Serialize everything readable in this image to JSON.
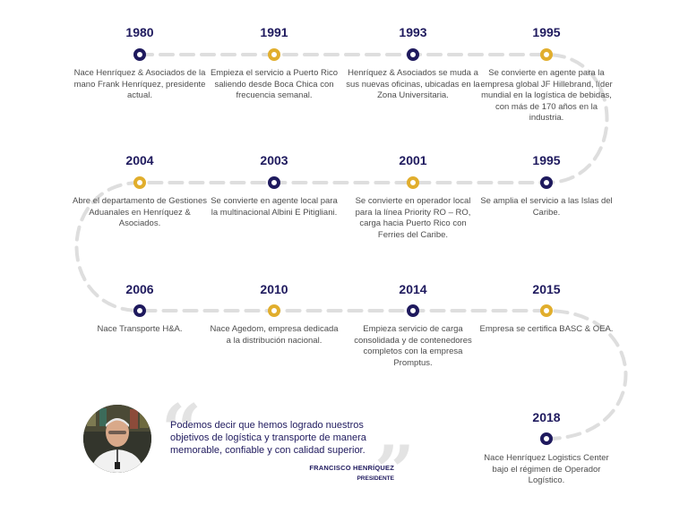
{
  "colors": {
    "navy": "#1f1a5e",
    "gold": "#e1ae2d",
    "path": "#dedede",
    "text": "#4d4d4d"
  },
  "timeline": [
    {
      "year": "1980",
      "dot": "navy",
      "text": "Nace Henríquez & Asociados de la mano Frank Henríquez, presidente actual."
    },
    {
      "year": "1991",
      "dot": "gold",
      "text": "Empieza el servicio a Puerto Rico saliendo desde Boca Chica con frecuencia semanal."
    },
    {
      "year": "1993",
      "dot": "navy",
      "text": "Henríquez & Asociados se muda a sus nuevas oficinas, ubicadas en la Zona Universitaria."
    },
    {
      "year": "1995",
      "dot": "gold",
      "text": "Se convierte en agente para la empresa global JF Hillebrand, líder mundial en la logística de bebidas, con más de 170 años en la industria."
    },
    {
      "year": "2004",
      "dot": "gold",
      "text": "Abre el departamento de Gestiones Aduanales en Henríquez & Asociados."
    },
    {
      "year": "2003",
      "dot": "navy",
      "text": "Se convierte en agente local para la multinacional Albini E Pitigliani."
    },
    {
      "year": "2001",
      "dot": "gold",
      "text": "Se convierte en operador local para la línea Priority RO – RO, carga hacia Puerto Rico con Ferries del Caribe."
    },
    {
      "year": "1995",
      "dot": "navy",
      "text": "Se amplia el servicio a las Islas del Caribe."
    },
    {
      "year": "2006",
      "dot": "navy",
      "text": "Nace Transporte H&A."
    },
    {
      "year": "2010",
      "dot": "gold",
      "text": "Nace Agedom, empresa dedicada a la distribución nacional."
    },
    {
      "year": "2014",
      "dot": "navy",
      "text": "Empieza servicio de carga consolidada y de contenedores completos con la empresa Promptus."
    },
    {
      "year": "2015",
      "dot": "gold",
      "text": "Empresa se certifica BASC & OEA."
    },
    {
      "year": "2018",
      "dot": "navy",
      "text": "Nace Henríquez Logistics Center bajo el régimen de Operador Logístico."
    }
  ],
  "quote": {
    "text": "Podemos decir que hemos logrado nuestros objetivos de logística y transporte de manera memorable, confiable y con calidad superior.",
    "author": "FRANCISCO HENRÍQUEZ",
    "role": "PRESIDENTE",
    "mark_open": "“",
    "mark_close": "”"
  },
  "icons": {
    "dot": "timeline-dot-icon",
    "portrait": "portrait-photo"
  }
}
